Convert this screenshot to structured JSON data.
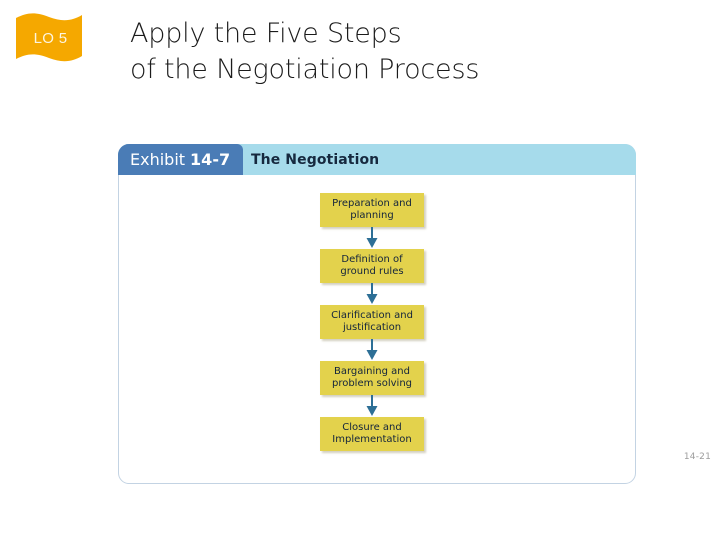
{
  "badge": {
    "label": "LO 5",
    "color": "#f5a800",
    "text_color": "#fdf5e0"
  },
  "title": {
    "line1": "Apply the Five Steps",
    "line2": "of the Negotiation Process"
  },
  "exhibit": {
    "tab_prefix": "Exhibit",
    "tab_number": "14-7",
    "subtitle": "The Negotiation",
    "tab_color": "#4a7cb6",
    "strip_color": "#a6dbeb",
    "border_color": "#c3d3e3"
  },
  "flow": {
    "box_color": "#e3d24c",
    "box_text_color": "#13243c",
    "arrow_color": "#2d6f96",
    "steps": [
      {
        "line1": "Preparation and",
        "line2": "planning"
      },
      {
        "line1": "Definition of",
        "line2": "ground rules"
      },
      {
        "line1": "Clarification and",
        "line2": "justification"
      },
      {
        "line1": "Bargaining and",
        "line2": "problem solving"
      },
      {
        "line1": "Closure and",
        "line2": "Implementation"
      }
    ]
  },
  "footer": {
    "slide_number": "14-21"
  }
}
